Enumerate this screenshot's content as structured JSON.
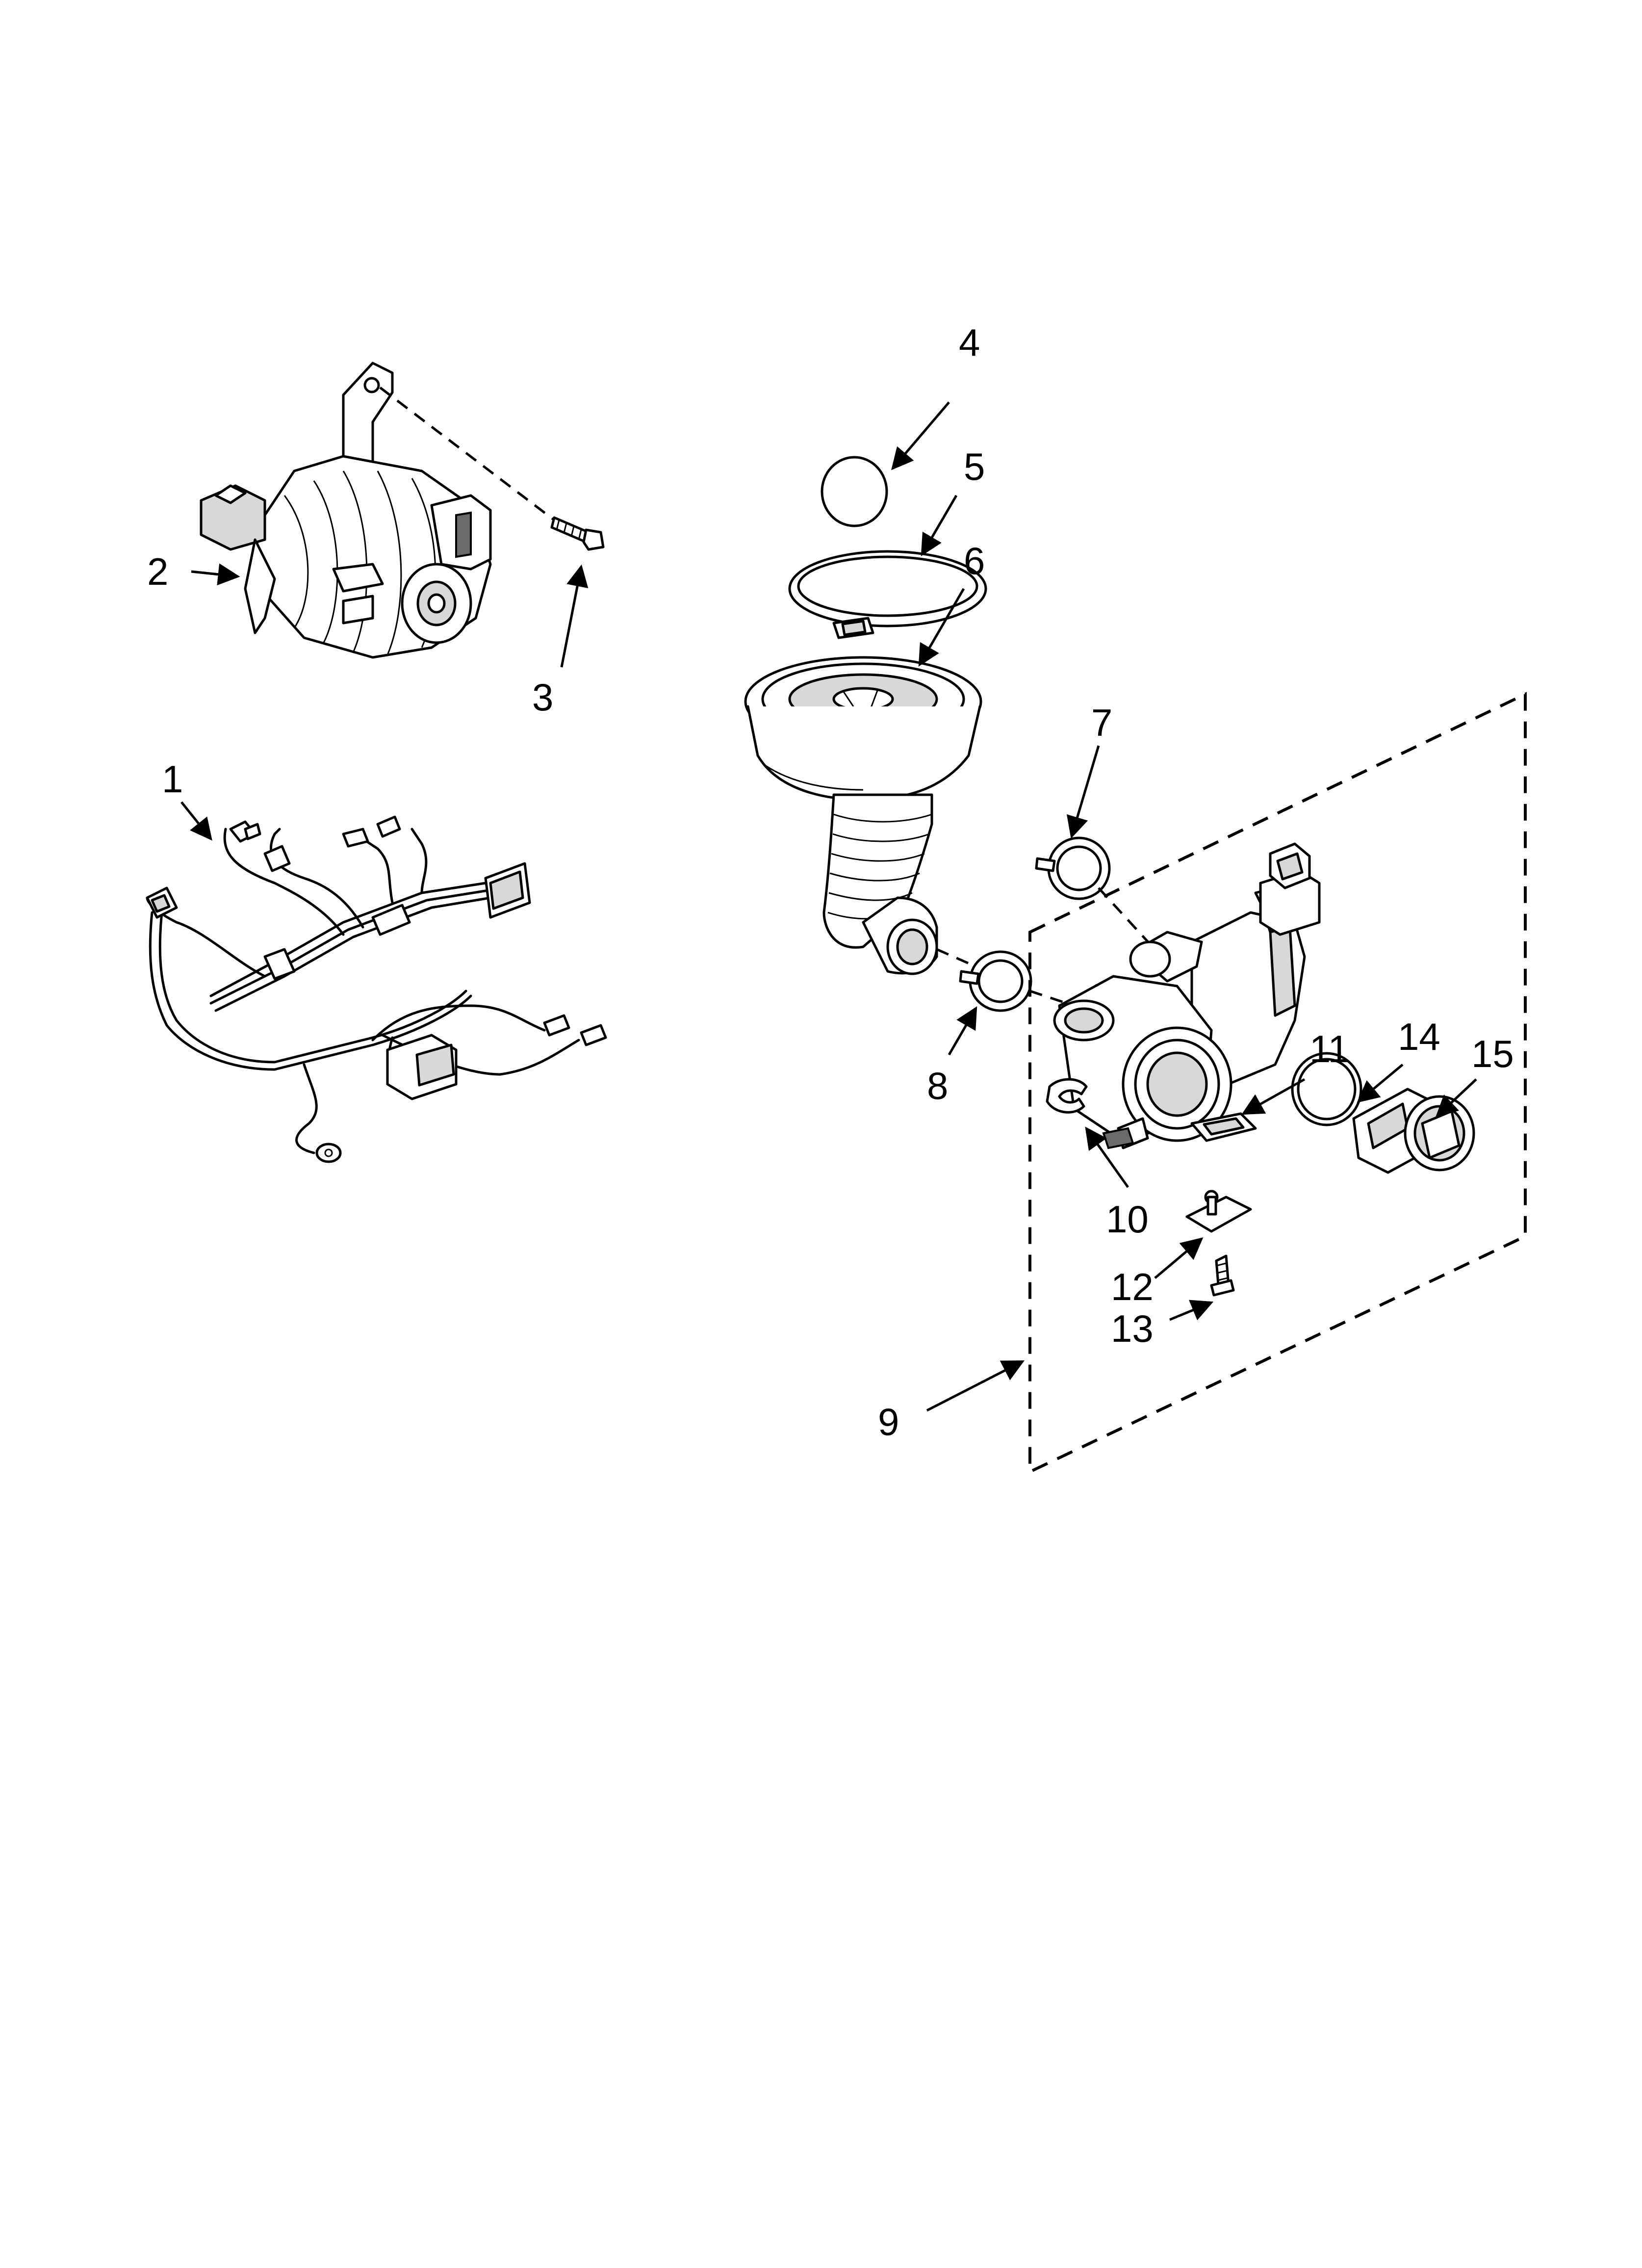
{
  "diagram": {
    "callouts": [
      {
        "id": "1",
        "text": "1"
      },
      {
        "id": "2",
        "text": "2"
      },
      {
        "id": "3",
        "text": "3"
      },
      {
        "id": "4",
        "text": "4"
      },
      {
        "id": "5",
        "text": "5"
      },
      {
        "id": "6",
        "text": "6"
      },
      {
        "id": "7",
        "text": "7"
      },
      {
        "id": "8",
        "text": "8"
      },
      {
        "id": "9",
        "text": "9"
      },
      {
        "id": "10",
        "text": "10"
      },
      {
        "id": "11",
        "text": "11"
      },
      {
        "id": "12",
        "text": "12"
      },
      {
        "id": "13",
        "text": "13"
      },
      {
        "id": "14",
        "text": "14"
      },
      {
        "id": "15",
        "text": "15"
      }
    ],
    "colors": {
      "ink": "#000000",
      "paper": "#ffffff",
      "shade": "#d8d8d8"
    }
  }
}
